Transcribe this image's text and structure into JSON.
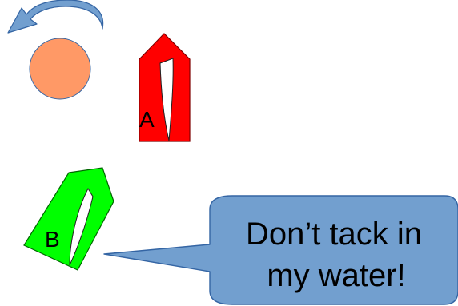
{
  "boat_a": {
    "label": "A",
    "color": "#ff0000"
  },
  "boat_b": {
    "label": "B",
    "color": "#00ff00"
  },
  "mark": {
    "color": "#ff9966"
  },
  "rotation_arrow": {
    "color": "#729fcf"
  },
  "speech_bubble": {
    "line1": "Don’t tack in",
    "line2": "my water!",
    "color": "#729fcf"
  }
}
